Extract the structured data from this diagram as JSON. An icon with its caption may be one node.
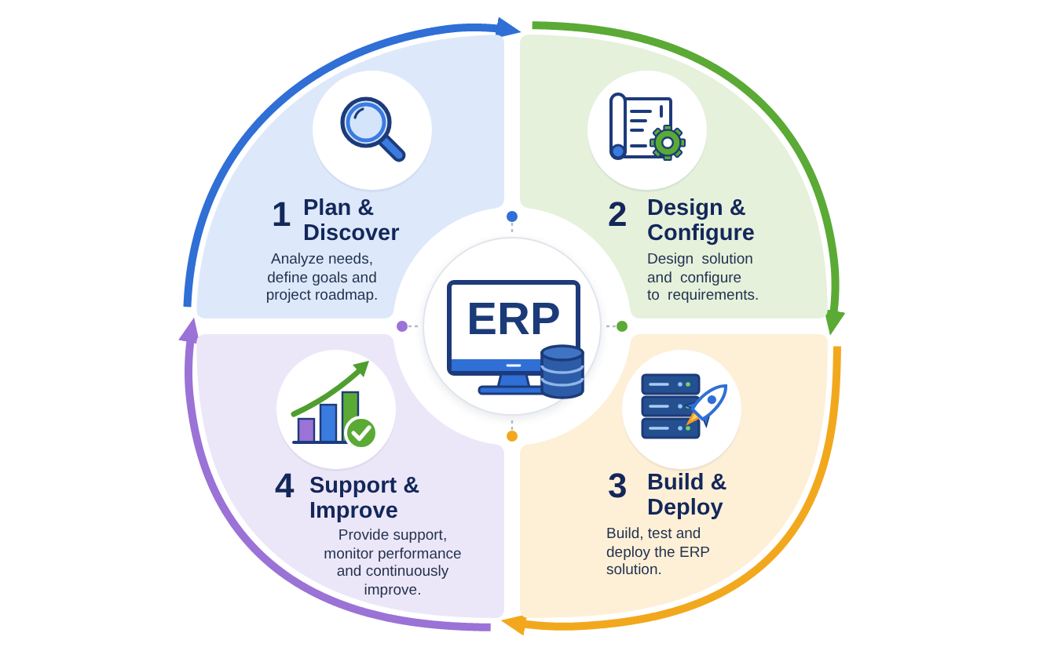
{
  "diagram": {
    "nodes": [
      {
        "text": [
          "1",
          "Plan & Discover",
          "Analyze needs, define goals and project roadmap."
        ]
      },
      {
        "text": [
          "2",
          "Design & Configure",
          "Design solution and configure to requirements."
        ]
      },
      {
        "text": [
          "3",
          "Build & Deploy",
          "Build, test and deploy the ERP solution."
        ]
      },
      {
        "text": [
          "4",
          "Support & Improve",
          "Provide support, monitor performance and continuously improve."
        ]
      },
      {
        "text": [
          "ERP"
        ]
      }
    ],
    "edges": [
      {
        "from": 0,
        "to": 1,
        "arrow": "to",
        "color": "#2f6fd6"
      },
      {
        "from": 1,
        "to": 2,
        "arrow": "to",
        "color": "#5aaa35"
      },
      {
        "from": 2,
        "to": 3,
        "arrow": "to",
        "color": "#f2a81d"
      },
      {
        "from": 3,
        "to": 0,
        "arrow": "to",
        "color": "#9b72d6"
      }
    ]
  }
}
